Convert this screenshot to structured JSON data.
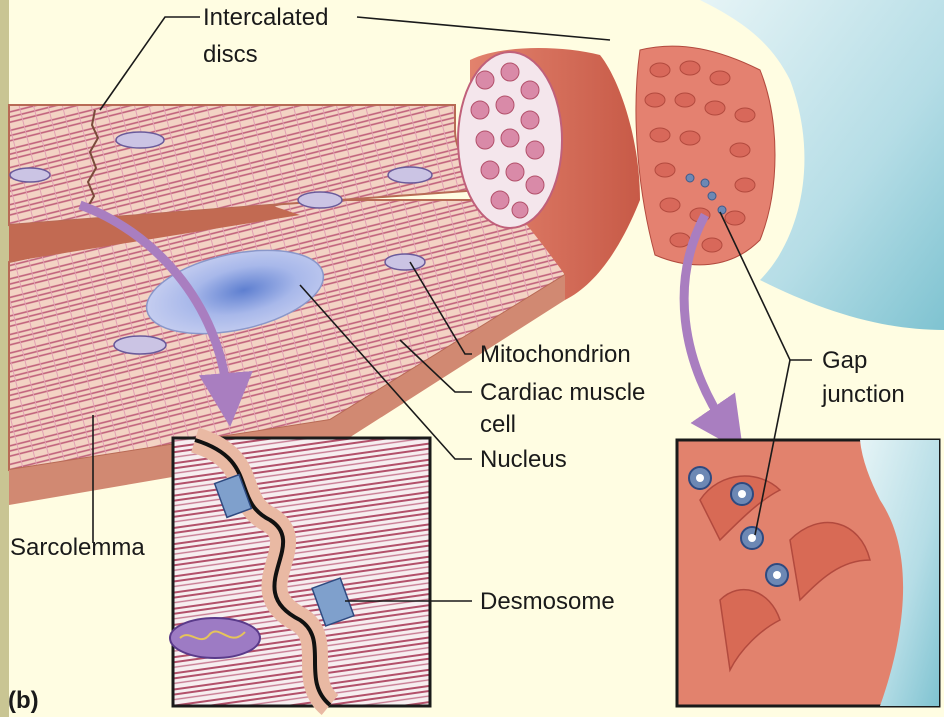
{
  "labels": {
    "intercalated_discs": [
      "Intercalated",
      "discs"
    ],
    "mitochondrion": "Mitochondrion",
    "cardiac_muscle_cell": [
      "Cardiac muscle",
      "cell"
    ],
    "nucleus": "Nucleus",
    "sarcolemma": "Sarcolemma",
    "desmosome": "Desmosome",
    "gap_junction": [
      "Gap",
      "junction"
    ],
    "panel": "(b)"
  },
  "colors": {
    "background": "#fffde2",
    "left_bar": "#c9c593",
    "muscle_fill": "#f0c6b4",
    "muscle_edge": "#b86a55",
    "myofibril": "#b2506a",
    "cut_face": "#d86a55",
    "nucleus": "#a9b4e4",
    "connective_tissue": "#b9dce4",
    "arrow": "#a97ec0",
    "gap_junction": "#6d88b4",
    "leader_line": "#1a1a1a"
  }
}
